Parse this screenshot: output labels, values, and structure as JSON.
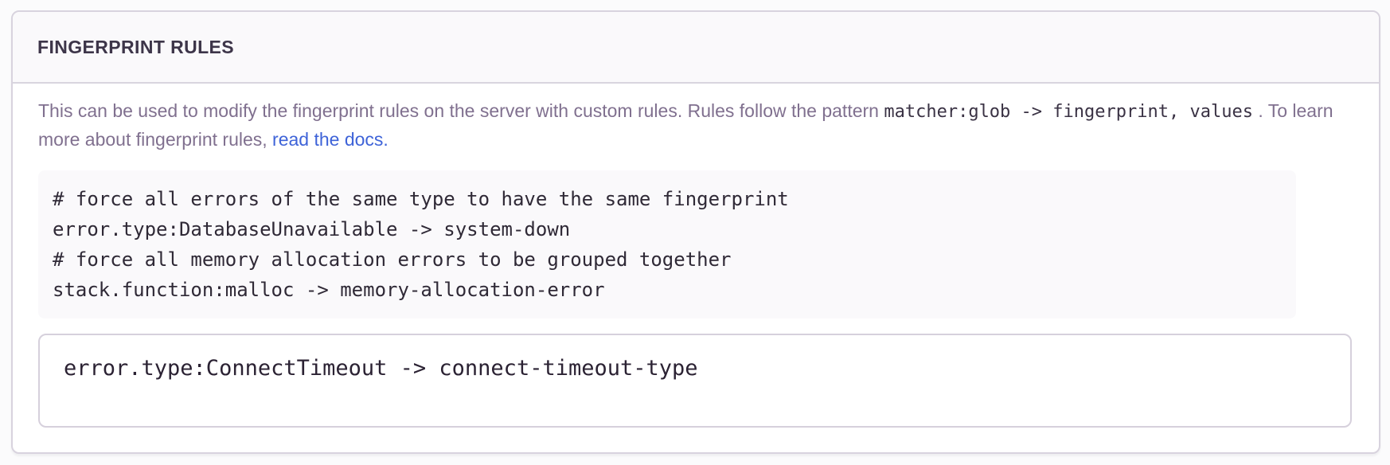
{
  "panel": {
    "title": "FINGERPRINT RULES",
    "description": {
      "segments": [
        {
          "type": "text",
          "content": "This can be used to modify the fingerprint rules on the server with custom rules. Rules follow the pattern "
        },
        {
          "type": "code",
          "content": "matcher:glob -> fingerprint, values"
        },
        {
          "type": "text",
          "content": " . To learn more about fingerprint rules, "
        },
        {
          "type": "link",
          "content": "read the docs."
        }
      ]
    },
    "example": {
      "lines": [
        "# force all errors of the same type to have the same fingerprint",
        "error.type:DatabaseUnavailable -> system-down",
        "# force all memory allocation errors to be grouped together",
        "stack.function:malloc -> memory-allocation-error"
      ]
    },
    "input": {
      "value": "error.type:ConnectTimeout -> connect-timeout-type"
    },
    "colors": {
      "link_blue": "#3e63d8",
      "title_text": "#3d3549",
      "body_text": "#80708f",
      "code_text": "#2f2936",
      "panel_border": "#d8d3de",
      "header_background": "#faf9fb",
      "example_background": "#faf9fb"
    }
  }
}
